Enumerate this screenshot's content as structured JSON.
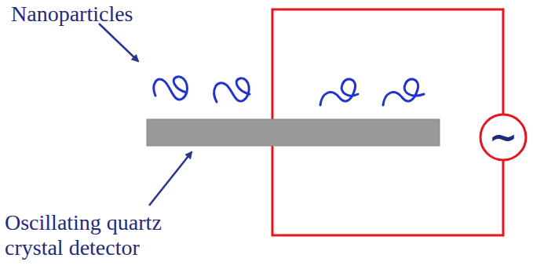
{
  "diagram": {
    "nodes": [
      {
        "text": [
          "~"
        ]
      }
    ],
    "labels": [
      "Nanoparticles",
      "Oscillating quartz crystal detector"
    ]
  }
}
